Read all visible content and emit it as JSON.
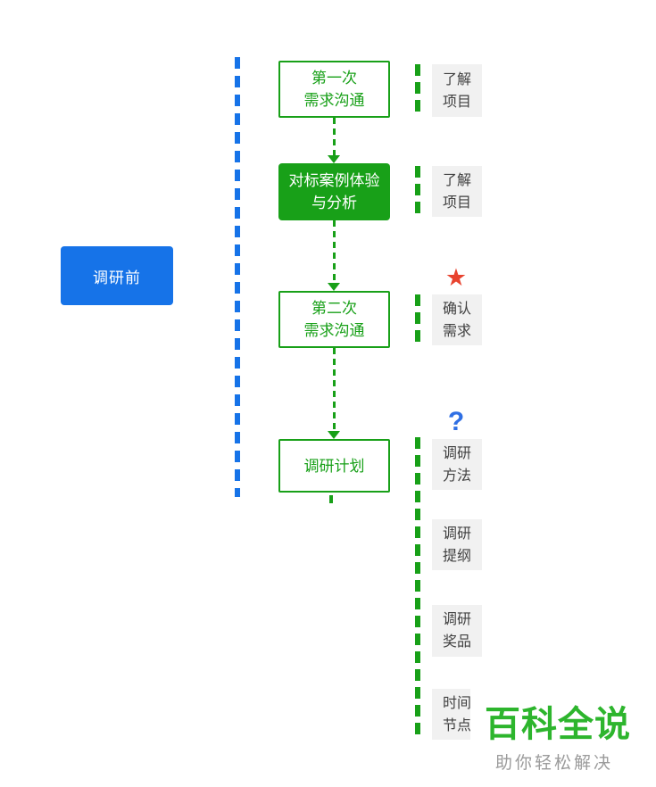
{
  "palette": {
    "stage_blue": "#1673e8",
    "flow_green": "#18a018",
    "logo_green": "#2db52d",
    "note_bg": "#f1f1f1",
    "note_text": "#404040",
    "star_red": "#e8432f",
    "question_blue": "#2f6fe4",
    "subtitle_gray": "#9b9b9b"
  },
  "stage": {
    "label": "调研前"
  },
  "flow": {
    "boxes": [
      {
        "label": "第一次\n需求沟通",
        "style": "outline"
      },
      {
        "label": "对标案例体验\n与分析",
        "style": "filled"
      },
      {
        "label": "第二次\n需求沟通",
        "style": "outline"
      },
      {
        "label": "调研计划",
        "style": "outline"
      }
    ]
  },
  "annotations": {
    "items": [
      {
        "label": "了解\n项目"
      },
      {
        "label": "了解\n项目"
      },
      {
        "label": "确认\n需求",
        "icon": "star"
      },
      {
        "label": "调研\n方法",
        "icon": "question"
      },
      {
        "label": "调研\n提纲"
      },
      {
        "label": "调研\n奖品"
      },
      {
        "label": "时间\n节点"
      }
    ]
  },
  "icons": {
    "star": "★",
    "question": "?"
  },
  "logo": {
    "title": "百科全说",
    "subtitle": "助你轻松解决"
  }
}
